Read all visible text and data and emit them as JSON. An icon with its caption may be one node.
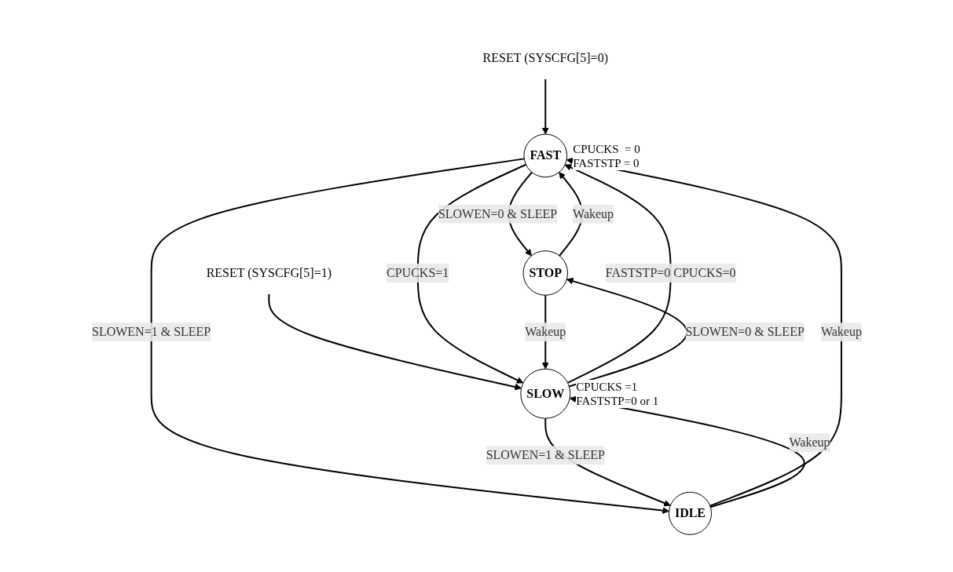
{
  "diagram": {
    "nodes": [
      {
        "text": [
          "FAST"
        ],
        "beside": [
          "CPUCKS  = 0",
          "FASTSTP = 0"
        ]
      },
      {
        "text": [
          "STOP"
        ]
      },
      {
        "text": [
          "SLOW"
        ],
        "beside": [
          "CPUCKS =1",
          "FASTSTP=0 or 1"
        ]
      },
      {
        "text": [
          "IDLE"
        ]
      },
      {
        "text": [
          "RESET (SYSCFG[5]=0)"
        ]
      },
      {
        "text": [
          "RESET (SYSCFG[5]=1)"
        ]
      }
    ],
    "edges": [
      {
        "from": 4,
        "to": 0,
        "arrow": "to"
      },
      {
        "from": 5,
        "to": 2,
        "arrow": "to"
      },
      {
        "from": 0,
        "to": 1,
        "arrow": "to",
        "label": "SLOWEN=0 & SLEEP"
      },
      {
        "from": 1,
        "to": 0,
        "arrow": "to",
        "label": "Wakeup"
      },
      {
        "from": 0,
        "to": 2,
        "arrow": "to",
        "label": "CPUCKS=1"
      },
      {
        "from": 2,
        "to": 0,
        "arrow": "to",
        "label": "FASTSTP=0 CPUCKS=0"
      },
      {
        "from": 2,
        "to": 1,
        "arrow": "to",
        "label": "SLOWEN=0 & SLEEP"
      },
      {
        "from": 1,
        "to": 2,
        "arrow": "to",
        "label": "Wakeup"
      },
      {
        "from": 0,
        "to": 3,
        "arrow": "to",
        "label": "SLOWEN=1 & SLEEP"
      },
      {
        "from": 3,
        "to": 0,
        "arrow": "to",
        "label": "Wakeup"
      },
      {
        "from": 3,
        "to": 2,
        "arrow": "to",
        "label": "Wakeup"
      },
      {
        "from": 2,
        "to": 3,
        "arrow": "to",
        "label": "SLOWEN=1 & SLEEP"
      }
    ]
  }
}
